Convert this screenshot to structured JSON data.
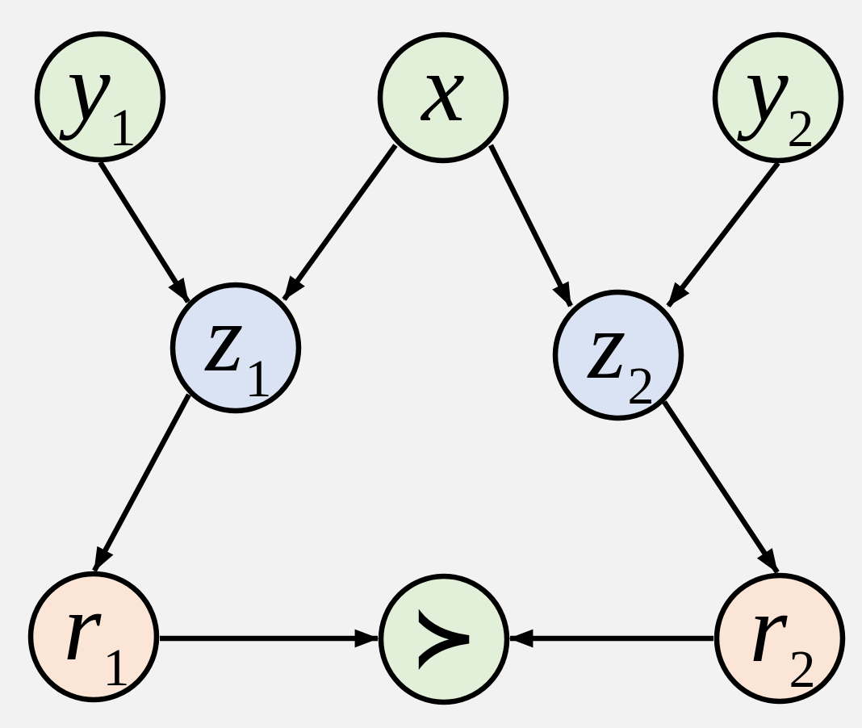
{
  "diagram": {
    "type": "graphical-model",
    "nodes": [
      {
        "id": "y1",
        "label": "y",
        "subscript": "1",
        "fill": "#E2F0D9"
      },
      {
        "id": "x",
        "label": "x",
        "subscript": "",
        "fill": "#E2F0D9"
      },
      {
        "id": "y2",
        "label": "y",
        "subscript": "2",
        "fill": "#E2F0D9"
      },
      {
        "id": "z1",
        "label": "z",
        "subscript": "1",
        "fill": "#DAE3F3"
      },
      {
        "id": "z2",
        "label": "z",
        "subscript": "2",
        "fill": "#DAE3F3"
      },
      {
        "id": "r1",
        "label": "r",
        "subscript": "1",
        "fill": "#FBE5D6"
      },
      {
        "id": "r2",
        "label": "r",
        "subscript": "2",
        "fill": "#FBE5D6"
      },
      {
        "id": "preference",
        "label": "≻",
        "subscript": "",
        "fill": "#E2F0D9"
      }
    ],
    "edges": [
      {
        "from": "y1",
        "to": "z1"
      },
      {
        "from": "x",
        "to": "z1"
      },
      {
        "from": "x",
        "to": "z2"
      },
      {
        "from": "y2",
        "to": "z2"
      },
      {
        "from": "z1",
        "to": "r1"
      },
      {
        "from": "z2",
        "to": "r2"
      },
      {
        "from": "r1",
        "to": "preference"
      },
      {
        "from": "r2",
        "to": "preference"
      }
    ]
  },
  "colors": {
    "background": "#F2F2F2",
    "node_green": "#E2F0D9",
    "node_blue": "#DAE3F3",
    "node_orange": "#FBE5D6",
    "line": "#000000"
  }
}
